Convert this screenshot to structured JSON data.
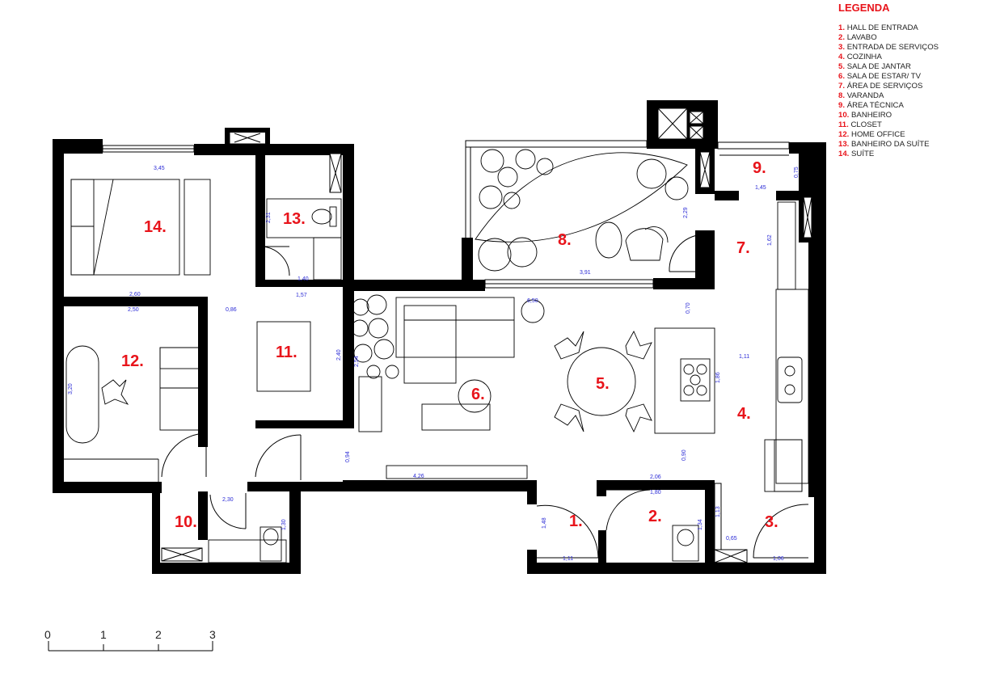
{
  "legend": {
    "title": "LEGENDA",
    "items": [
      {
        "num": "1.",
        "label": "HALL DE ENTRADA"
      },
      {
        "num": "2.",
        "label": "LAVABO"
      },
      {
        "num": "3.",
        "label": "ENTRADA DE SERVIÇOS"
      },
      {
        "num": "4.",
        "label": "COZINHA"
      },
      {
        "num": "5.",
        "label": "SALA DE JANTAR"
      },
      {
        "num": "6.",
        "label": "SALA DE ESTAR/ TV"
      },
      {
        "num": "7.",
        "label": "ÁREA DE SERVIÇOS"
      },
      {
        "num": "8.",
        "label": "VARANDA"
      },
      {
        "num": "9.",
        "label": "ÁREA TÉCNICA"
      },
      {
        "num": "10.",
        "label": "BANHEIRO"
      },
      {
        "num": "11.",
        "label": "CLOSET"
      },
      {
        "num": "12.",
        "label": "HOME OFFICE"
      },
      {
        "num": "13.",
        "label": "BANHEIRO DA SUÍTE"
      },
      {
        "num": "14.",
        "label": "SUÍTE"
      }
    ]
  },
  "rooms": {
    "r1": "1.",
    "r2": "2.",
    "r3": "3.",
    "r4": "4.",
    "r5": "5.",
    "r6": "6.",
    "r7": "7.",
    "r8": "8.",
    "r9": "9.",
    "r10": "10.",
    "r11": "11.",
    "r12": "12.",
    "r13": "13.",
    "r14": "14."
  },
  "dimensions": {
    "d345": "3,45",
    "d231": "2,31",
    "d140": "1,40",
    "d260": "2,60",
    "d250": "2,50",
    "d086": "0,86",
    "d157": "1,57",
    "d240": "2,40",
    "d320": "3,20",
    "d254": "2,54",
    "d650": "6,50",
    "d391": "3,91",
    "d229": "2,29",
    "d145": "1,45",
    "d075": "0,75",
    "d162": "1,62",
    "d070": "0,70",
    "d111a": "1,11",
    "d186": "1,86",
    "d090": "0,90",
    "d094": "0,94",
    "d426": "4,26",
    "d230": "2,30",
    "d130": "1,30",
    "d148": "1,48",
    "d111b": "1,11",
    "d206": "2,06",
    "d180": "1,80",
    "d113": "1,13",
    "d134": "1,34",
    "d065": "0,65",
    "d106": "1,06"
  },
  "scale": {
    "ticks": [
      "0",
      "1",
      "2",
      "3"
    ]
  },
  "colors": {
    "label_red": "#e8141b",
    "dimension_blue": "#2b2bd6",
    "wall": "#000000"
  }
}
